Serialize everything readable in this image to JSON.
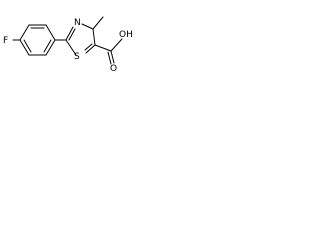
{
  "molecule": {
    "atoms": {
      "fluorine": "F",
      "nitrogen": "N",
      "sulfur": "S",
      "hydroxyl": "OH",
      "carbonyl_oxygen": "O"
    }
  },
  "colors": {
    "background": "#ffffff",
    "ink": "#000000"
  }
}
